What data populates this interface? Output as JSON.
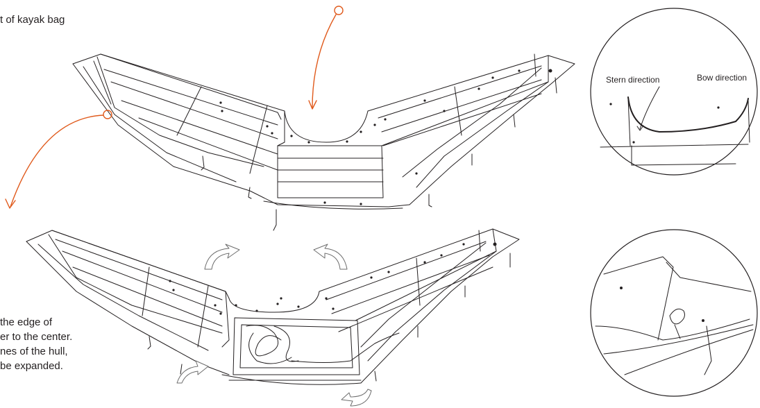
{
  "texts": {
    "top_caption": "t of kayak bag",
    "left_lines": [
      " the edge of",
      "er to the center.",
      "nes of  the hull,",
      "be expanded."
    ],
    "stern_label": "Stern direction",
    "bow_label": "Bow direction"
  },
  "colors": {
    "line": "#231f20",
    "accent": "#e05a1c",
    "arrow_grey": "#8a8a8a"
  }
}
